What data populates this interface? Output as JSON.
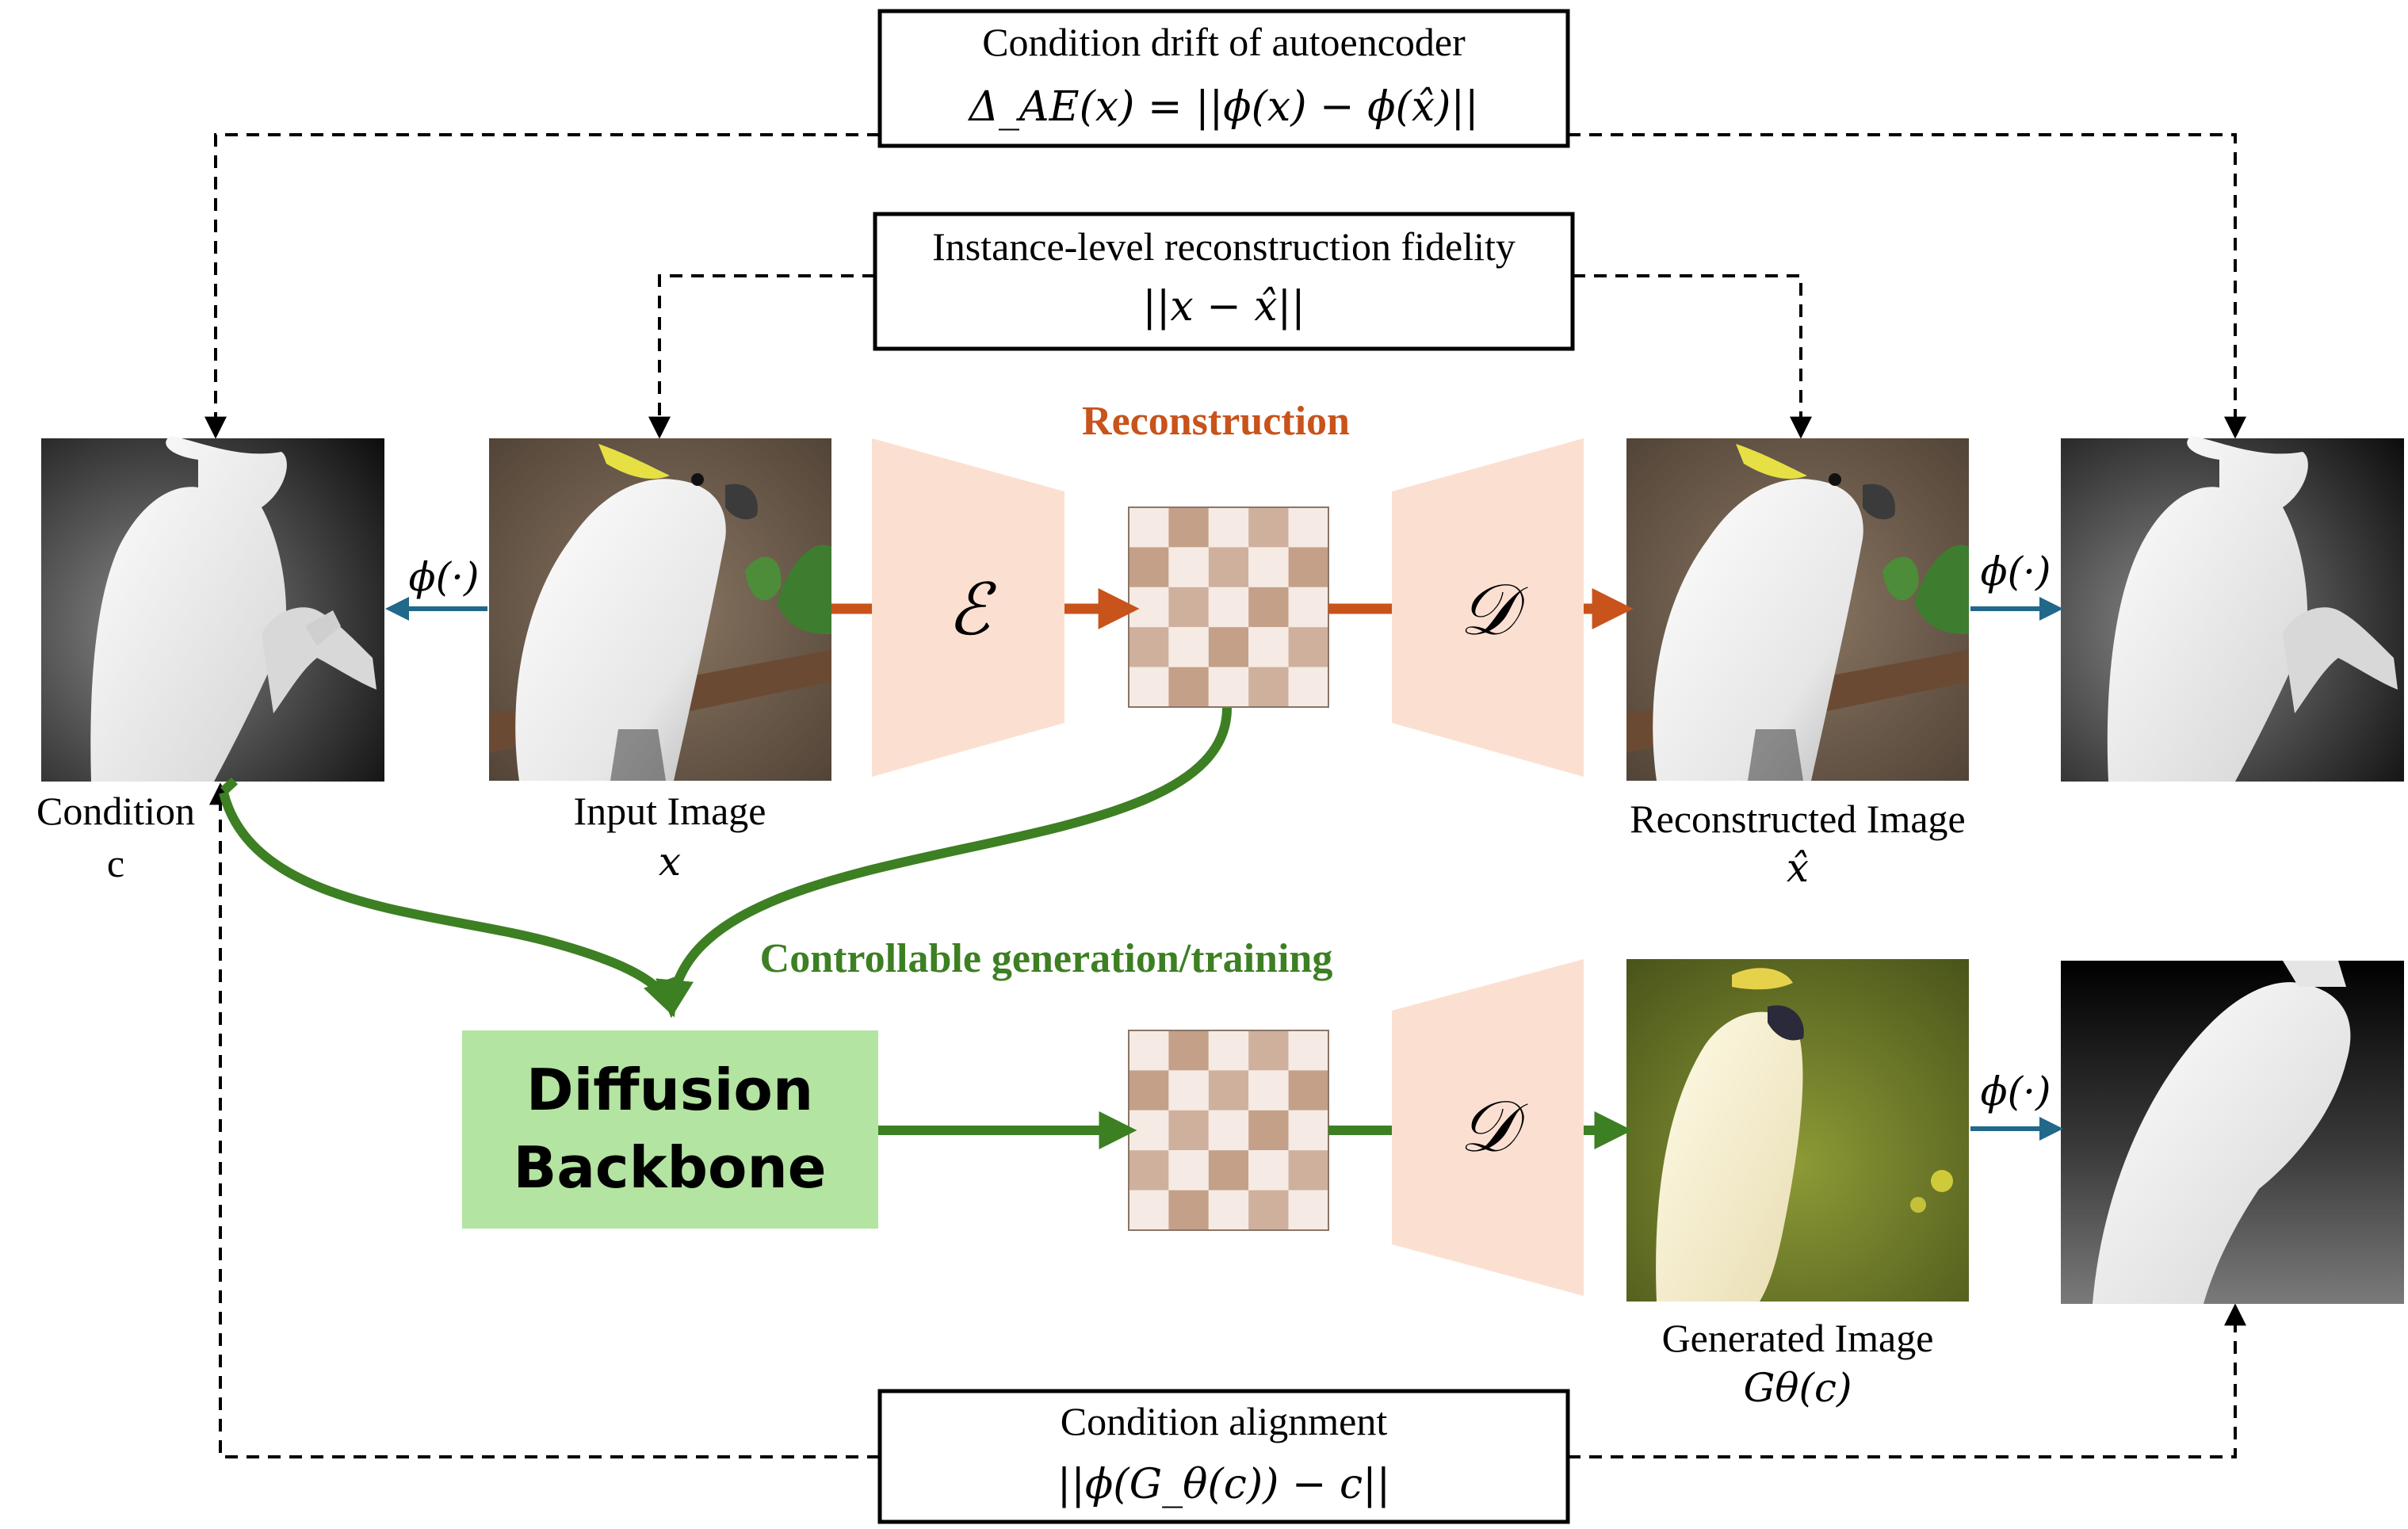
{
  "boxes": {
    "drift_title": "Condition drift of autoencoder",
    "drift_formula": "Δ_AE(x) = ||ϕ(x) − ϕ(x̂)||",
    "fidelity_title": "Instance-level reconstruction fidelity",
    "fidelity_formula": "||x − x̂||",
    "alignment_title": "Condition alignment",
    "alignment_formula": "||ϕ(G_θ(c)) − c||"
  },
  "labels": {
    "reconstruction": "Reconstruction",
    "controllable": "Controllable generation/training",
    "diffusion_line1": "Diffusion",
    "diffusion_line2": "Backbone",
    "encoder_symbol": "ℰ",
    "decoder_symbol": "𝒟",
    "phi": "ϕ(·)"
  },
  "captions": {
    "condition_line1": "Condition",
    "condition_line2": "c",
    "input_line1": "Input Image",
    "input_line2": "x",
    "recon_line1": "Reconstructed Image",
    "recon_line2": "x̂",
    "generated_line1": "Generated Image",
    "generated_line2": "Gθ(c)"
  },
  "colors": {
    "encoder_fill": "#fbe0d2",
    "orange_arrow": "#c8531b",
    "green_arrow": "#3d7f23",
    "blue_arrow": "#21688a",
    "diffusion_fill": "#b4e4a1",
    "latent_dark": "#c4a089",
    "latent_light": "#f5ebe4"
  }
}
